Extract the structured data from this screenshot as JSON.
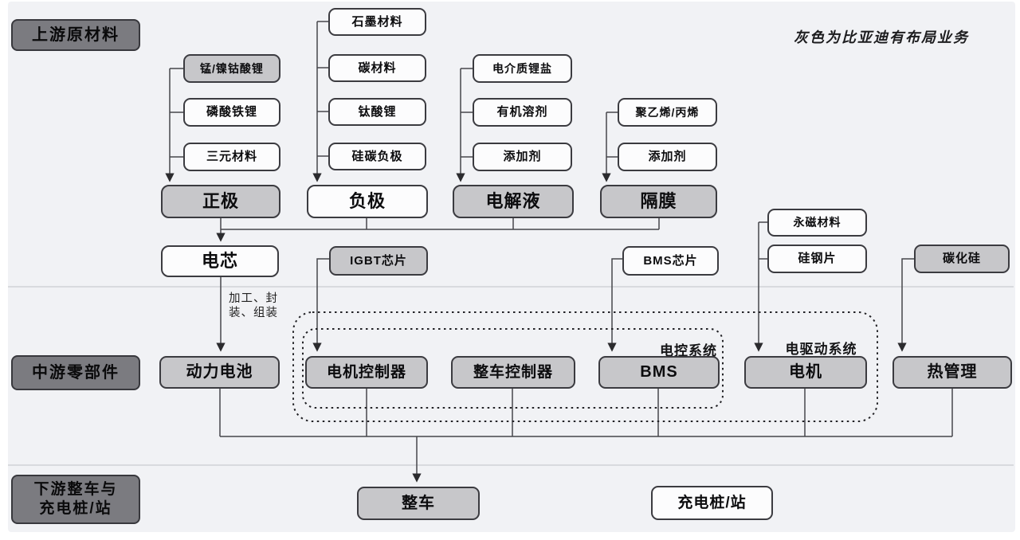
{
  "annotation": "灰色为比亚迪有布局业务",
  "sections": {
    "upstream": {
      "label": "上游原材料"
    },
    "midstream": {
      "label": "中游零部件"
    },
    "downstream": {
      "line1": "下游整车与",
      "line2": "充电桩/站"
    }
  },
  "process_note": {
    "line1": "加工、封",
    "line2": "装、组装"
  },
  "system_labels": {
    "control": "电控系统",
    "drive": "电驱动系统"
  },
  "colors": {
    "byd_highlight_gray": "#c7c7ca",
    "plain_white": "#fcfcfd",
    "section_label_bg": "#7b7b80",
    "wire": "#46464b",
    "panel_bg": "#f1f2f5"
  },
  "nodes": {
    "mn_ni_co": {
      "label": "锰/镍钴酸锂",
      "variant": "gray"
    },
    "lfp": {
      "label": "磷酸铁锂",
      "variant": "white"
    },
    "ternary": {
      "label": "三元材料",
      "variant": "white"
    },
    "cathode": {
      "label": "正极",
      "variant": "gray"
    },
    "graphite": {
      "label": "石墨材料",
      "variant": "white"
    },
    "carbon": {
      "label": "碳材料",
      "variant": "white"
    },
    "lto": {
      "label": "钛酸锂",
      "variant": "white"
    },
    "si_carbon_anode": {
      "label": "硅碳负极",
      "variant": "white"
    },
    "anode": {
      "label": "负极",
      "variant": "white"
    },
    "li_salt": {
      "label": "电介质锂盐",
      "variant": "white"
    },
    "organic_solvent": {
      "label": "有机溶剂",
      "variant": "white"
    },
    "additive_1": {
      "label": "添加剂",
      "variant": "white"
    },
    "electrolyte": {
      "label": "电解液",
      "variant": "gray"
    },
    "pe_pp": {
      "label": "聚乙烯/丙烯",
      "variant": "white"
    },
    "additive_2": {
      "label": "添加剂",
      "variant": "white"
    },
    "separator": {
      "label": "隔膜",
      "variant": "gray"
    },
    "cell": {
      "label": "电芯",
      "variant": "white"
    },
    "igbt_chip": {
      "label": "IGBT芯片",
      "variant": "gray"
    },
    "bms_chip": {
      "label": "BMS芯片",
      "variant": "white"
    },
    "magnet_material": {
      "label": "永磁材料",
      "variant": "white"
    },
    "silicon_steel": {
      "label": "硅钢片",
      "variant": "white"
    },
    "sic": {
      "label": "碳化硅",
      "variant": "gray"
    },
    "battery_pack": {
      "label": "动力电池",
      "variant": "gray"
    },
    "motor_controller": {
      "label": "电机控制器",
      "variant": "gray"
    },
    "vehicle_controller": {
      "label": "整车控制器",
      "variant": "gray"
    },
    "bms": {
      "label": "BMS",
      "variant": "gray"
    },
    "motor": {
      "label": "电机",
      "variant": "gray"
    },
    "thermal": {
      "label": "热管理",
      "variant": "gray"
    },
    "vehicle": {
      "label": "整车",
      "variant": "gray"
    },
    "charging_pile": {
      "label": "充电桩/站",
      "variant": "white"
    }
  }
}
